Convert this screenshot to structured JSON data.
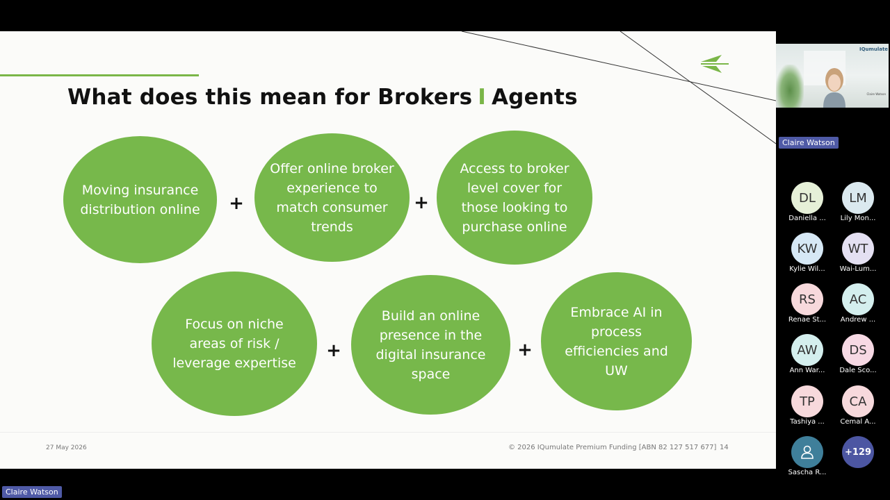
{
  "slide": {
    "title_left": "What does this mean for Brokers",
    "title_sep": "I",
    "title_right": "Agents",
    "bubbles_top": [
      "Moving insurance distribution online",
      "Offer online broker experience to match consumer trends",
      "Access to broker level cover for those looking to purchase online"
    ],
    "bubbles_bottom": [
      "Focus on niche areas of risk / leverage expertise",
      "Build an online presence in the digital insurance space",
      "Embrace AI in process efficiencies and UW"
    ],
    "plus_symbol": "+",
    "footer_date": "27 May 2026",
    "footer_copyright": "© 2026 IQumulate Premium Funding [ABN 82 127 517 677]",
    "page_number": "14",
    "accent_color": "#7ab648",
    "bubble_color": "#77b84b"
  },
  "speaker": {
    "name": "Claire Watson",
    "video_brand": "IQumulate"
  },
  "presenter_tag": "Claire Watson",
  "participants": [
    {
      "initials": "DL",
      "name": "Daniella ...",
      "color": "#e6f0d8"
    },
    {
      "initials": "LM",
      "name": "Lily Mon...",
      "color": "#dbe9ef"
    },
    {
      "initials": "KW",
      "name": "Kylie Wil...",
      "color": "#d6e8f5"
    },
    {
      "initials": "WT",
      "name": "Wai-Lum...",
      "color": "#e4e0f2"
    },
    {
      "initials": "RS",
      "name": "Renae St...",
      "color": "#f7d9dc"
    },
    {
      "initials": "AC",
      "name": "Andrew ...",
      "color": "#d4efee"
    },
    {
      "initials": "AW",
      "name": "Ann War...",
      "color": "#d4efee"
    },
    {
      "initials": "DS",
      "name": "Dale Sco...",
      "color": "#f7d9e4"
    },
    {
      "initials": "TP",
      "name": "Tashiya ...",
      "color": "#f7d9dc"
    },
    {
      "initials": "CA",
      "name": "Cemal A...",
      "color": "#f7d9dc"
    },
    {
      "initials": "",
      "name": "Sascha R...",
      "color": "#3f7f9a",
      "icon": "person-icon"
    }
  ],
  "more_participants": "+129"
}
